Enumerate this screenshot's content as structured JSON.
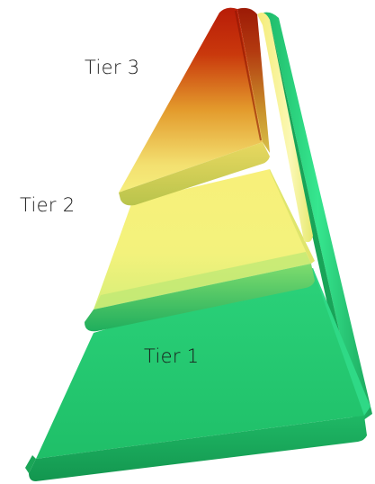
{
  "diagram": {
    "tiers": [
      {
        "label": "Tier 3",
        "level": 3
      },
      {
        "label": "Tier 2",
        "level": 2
      },
      {
        "label": "Tier 1",
        "level": 1
      }
    ],
    "colors": {
      "tier1": "#22c66e",
      "tier2": "#f6f27a",
      "tier3": "#c8280c",
      "edge_green": "#1aa85a",
      "edge_light": "#2ef08e"
    }
  }
}
